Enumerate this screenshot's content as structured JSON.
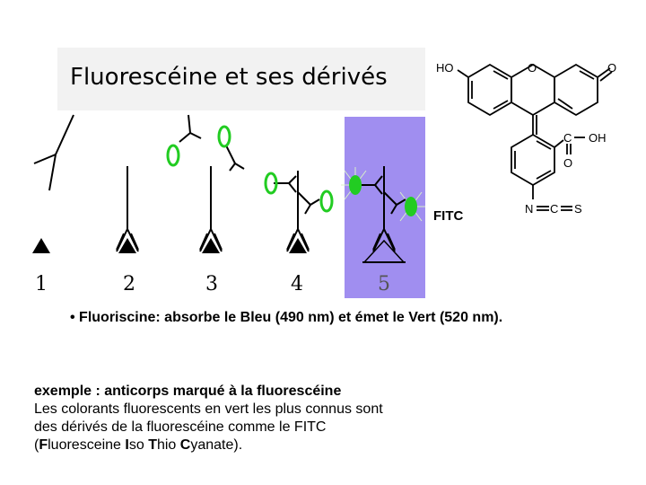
{
  "title": "Fluorescéine et ses dérivés",
  "figure": {
    "panel_numbers": [
      "1",
      "2",
      "3",
      "4",
      "5"
    ],
    "fitc_label": "FITC",
    "highlight_color": "#a08ef0",
    "fluor_color": "#22cc22"
  },
  "molecule": {
    "ho": "HO",
    "o_ring": "O",
    "o_right": "O",
    "c": "C",
    "oh": "OH",
    "o_below": "O",
    "n": "N",
    "c2": "C",
    "s": "S"
  },
  "bullet": "• Fluoriscine: absorbe le Bleu (490 nm) et émet le Vert (520 nm).",
  "example_line": "exemple : anticorps marqué à la fluorescéine",
  "body_line1": "Les colorants fluorescents en vert les plus connus sont",
  "body_line2": "des dérivés de la fluorescéine comme le FITC",
  "body_line3": {
    "p1": "(",
    "p2": "F",
    "p3": "luoresceine ",
    "p4": "I",
    "p5": "so ",
    "p6": "T",
    "p7": "hio ",
    "p8": "C",
    "p9": "yanate)."
  }
}
